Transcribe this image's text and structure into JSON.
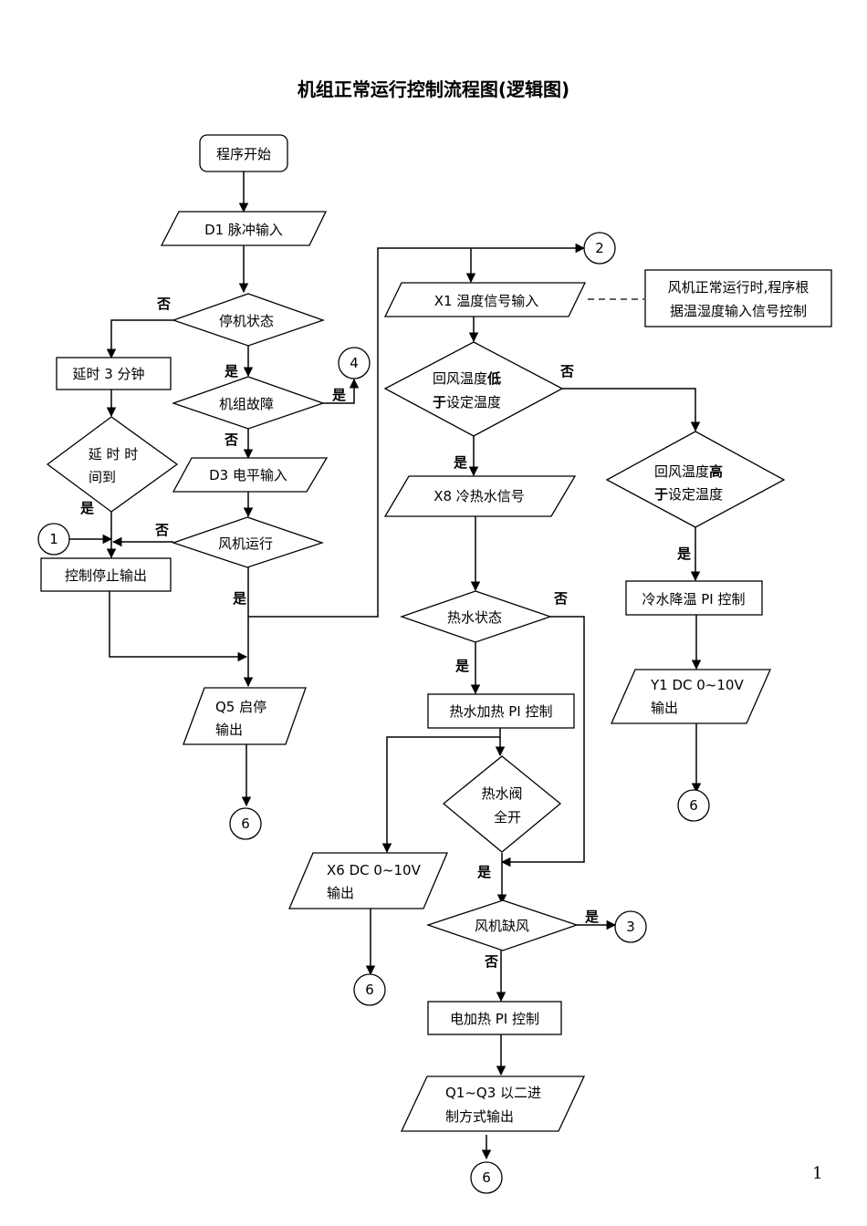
{
  "title": "机组正常运行控制流程图(逻辑图)",
  "page_number": "1",
  "nodes": {
    "start": "程序开始",
    "d1_input": "D1 脉冲输入",
    "stop_state": "停机状态",
    "delay_3min": "延时 3 分钟",
    "delay_check_l1": "延 时 时",
    "delay_check_l2": "间到",
    "unit_fault": "机组故障",
    "d3_input": "D3 电平输入",
    "fan_running": "风机运行",
    "stop_output": "控制停止输出",
    "q5_output_l1": "Q5  启停",
    "q5_output_l2": "输出",
    "x1_input": "X1 温度信号输入",
    "note_l1": "风机正常运行时,程序根",
    "note_l2": "据温湿度输入信号控制",
    "return_low_l1a": "回风温度",
    "return_low_l1b": "低",
    "return_low_l2a": "于",
    "return_low_l2b": "设定温度",
    "return_high_l1a": "回风温度",
    "return_high_l1b": "高",
    "return_high_l2a": "于",
    "return_high_l2b": "设定温度",
    "x8_signal": "X8 冷热水信号",
    "hot_water_state": "热水状态",
    "cold_pi": "冷水降温 PI 控制",
    "y1_output_l1": "Y1 DC 0~10V",
    "y1_output_l2": "输出",
    "hot_pi": "热水加热 PI 控制",
    "valve_full_l1": "热水阀",
    "valve_full_l2": "全开",
    "x6_output_l1": "X6 DC 0~10V",
    "x6_output_l2": "输出",
    "fan_no_wind": "风机缺风",
    "electric_pi": "电加热 PI 控制",
    "q1q3_l1": "Q1~Q3  以二进",
    "q1q3_l2": "制方式输出"
  },
  "connectors": {
    "c1": "1",
    "c2": "2",
    "c3": "3",
    "c4": "4",
    "c6a": "6",
    "c6b": "6",
    "c6c": "6",
    "c6d": "6"
  },
  "edge_labels": {
    "no": "否",
    "yes": "是"
  }
}
